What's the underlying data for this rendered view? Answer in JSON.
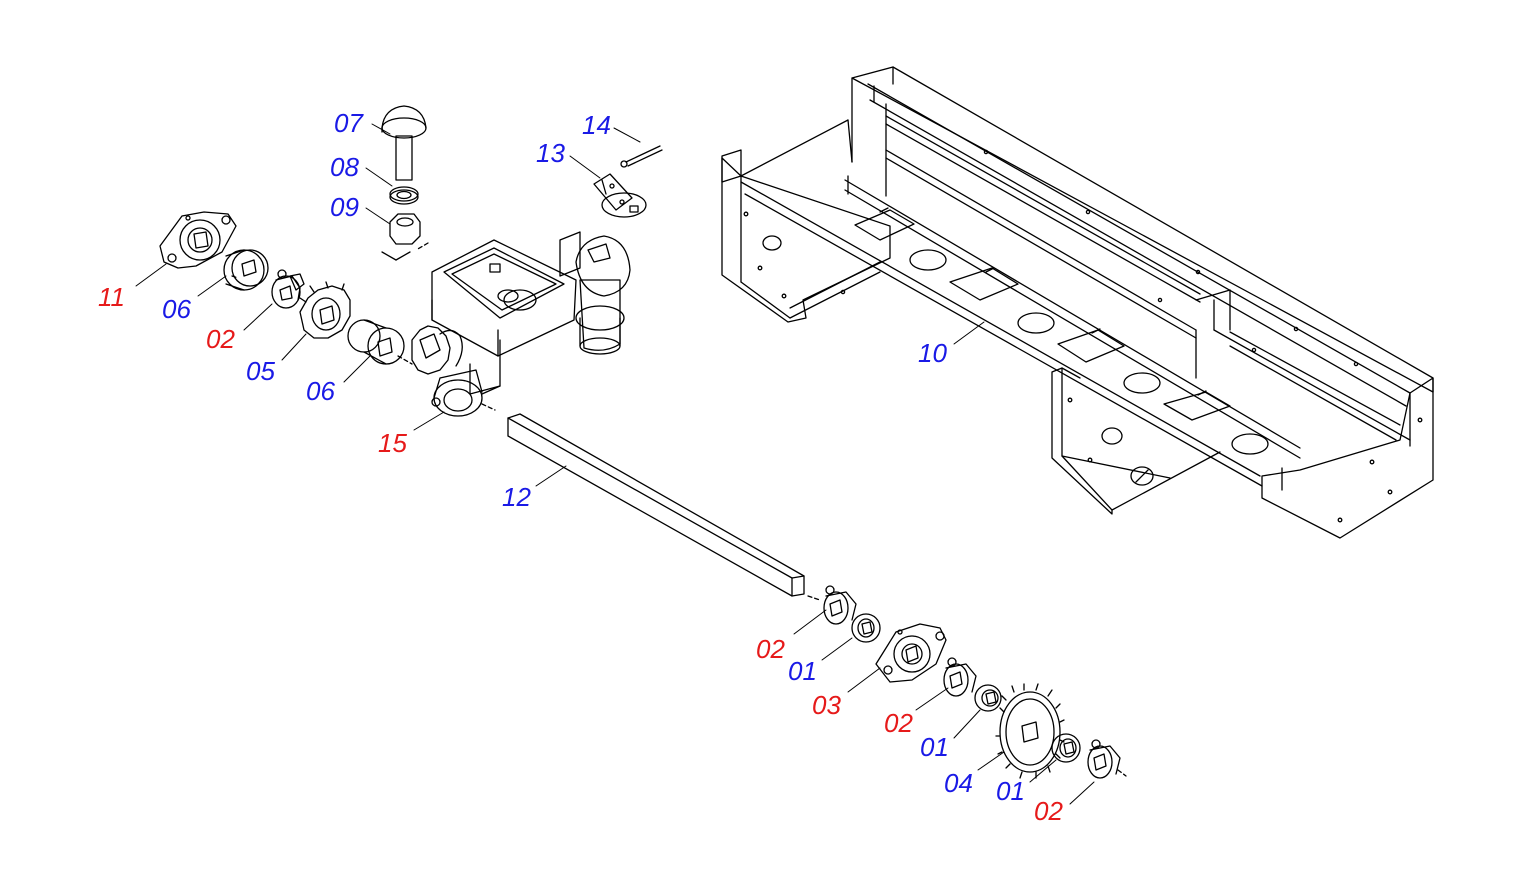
{
  "colors": {
    "blue_label": "#1a1ae6",
    "red_label": "#e61a1a",
    "line": "#000000",
    "background": "#ffffff"
  },
  "callouts": [
    {
      "id": "c07",
      "text": "07",
      "color": "blue"
    },
    {
      "id": "c08",
      "text": "08",
      "color": "blue"
    },
    {
      "id": "c09",
      "text": "09",
      "color": "blue"
    },
    {
      "id": "c13",
      "text": "13",
      "color": "blue"
    },
    {
      "id": "c14",
      "text": "14",
      "color": "blue"
    },
    {
      "id": "c11",
      "text": "11",
      "color": "red"
    },
    {
      "id": "c06a",
      "text": "06",
      "color": "blue"
    },
    {
      "id": "c02a",
      "text": "02",
      "color": "red"
    },
    {
      "id": "c05",
      "text": "05",
      "color": "blue"
    },
    {
      "id": "c06b",
      "text": "06",
      "color": "blue"
    },
    {
      "id": "c15",
      "text": "15",
      "color": "red"
    },
    {
      "id": "c12",
      "text": "12",
      "color": "blue"
    },
    {
      "id": "c10",
      "text": "10",
      "color": "blue"
    },
    {
      "id": "c02b",
      "text": "02",
      "color": "red"
    },
    {
      "id": "c01a",
      "text": "01",
      "color": "blue"
    },
    {
      "id": "c03",
      "text": "03",
      "color": "red"
    },
    {
      "id": "c02c",
      "text": "02",
      "color": "red"
    },
    {
      "id": "c01b",
      "text": "01",
      "color": "blue"
    },
    {
      "id": "c04",
      "text": "04",
      "color": "blue"
    },
    {
      "id": "c01c",
      "text": "01",
      "color": "blue"
    },
    {
      "id": "c02d",
      "text": "02",
      "color": "red"
    }
  ]
}
